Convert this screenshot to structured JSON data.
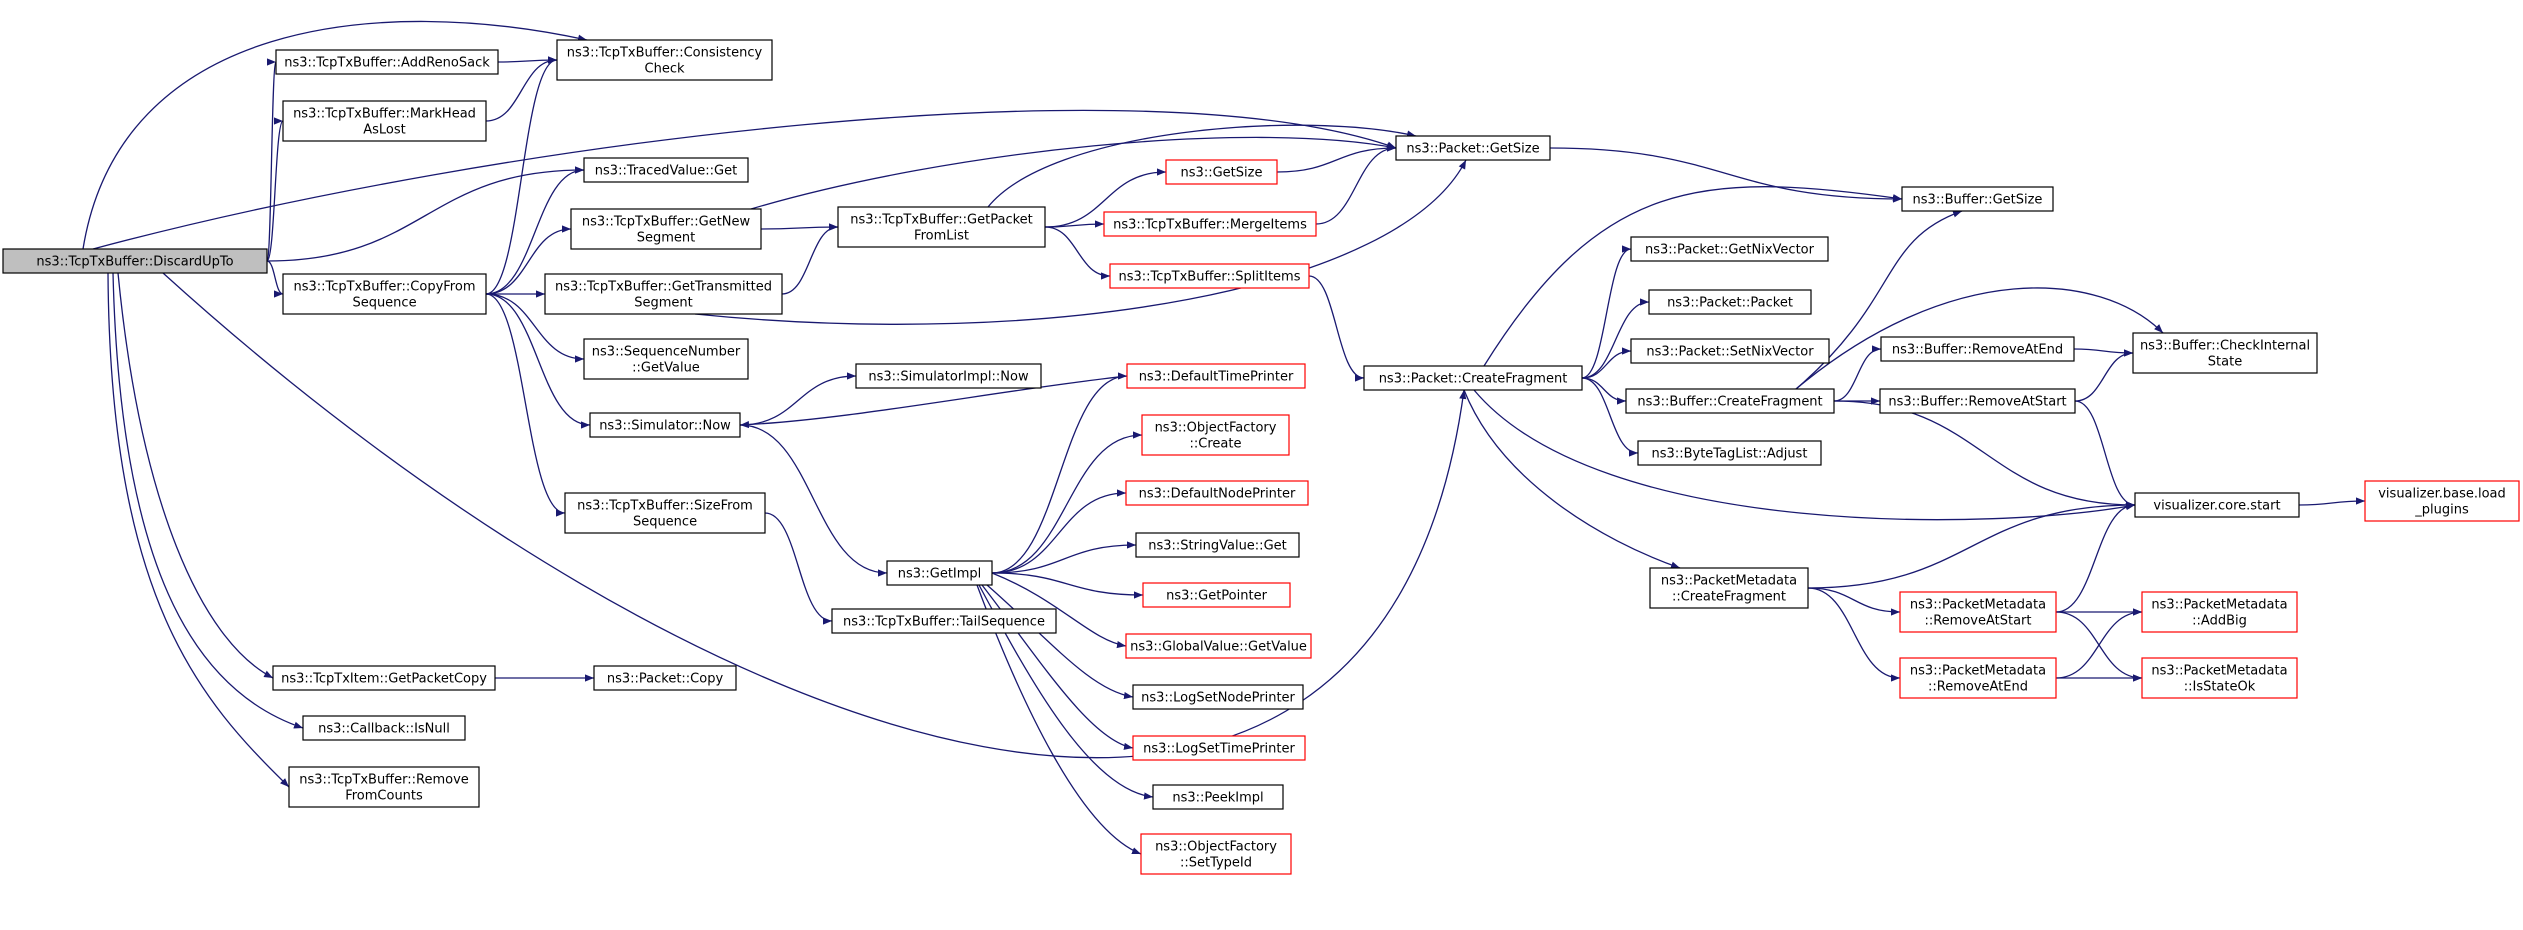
{
  "colors": {
    "edge": "#191970",
    "node_border": "#000000",
    "undocumented_border": "#ff0000",
    "root_fill": "#bfbfbf"
  },
  "nodes": {
    "discardupto": {
      "lines": [
        "ns3::TcpTxBuffer::DiscardUpTo"
      ],
      "style": "root"
    },
    "addrenosack": {
      "lines": [
        "ns3::TcpTxBuffer::AddRenoSack"
      ],
      "style": "normal"
    },
    "consistencycheck": {
      "lines": [
        "ns3::TcpTxBuffer::Consistency",
        "Check"
      ],
      "style": "normal"
    },
    "markheadaslost": {
      "lines": [
        "ns3::TcpTxBuffer::MarkHead",
        "AsLost"
      ],
      "style": "normal"
    },
    "tracedvalueget": {
      "lines": [
        "ns3::TracedValue::Get"
      ],
      "style": "normal"
    },
    "getnewsegment": {
      "lines": [
        "ns3::TcpTxBuffer::GetNew",
        "Segment"
      ],
      "style": "normal"
    },
    "copyfromsequence": {
      "lines": [
        "ns3::TcpTxBuffer::CopyFrom",
        "Sequence"
      ],
      "style": "normal"
    },
    "gettransmittedsegment": {
      "lines": [
        "ns3::TcpTxBuffer::GetTransmitted",
        "Segment"
      ],
      "style": "normal"
    },
    "sequencenumbergetvalue": {
      "lines": [
        "ns3::SequenceNumber",
        "::GetValue"
      ],
      "style": "normal"
    },
    "simulatornow": {
      "lines": [
        "ns3::Simulator::Now"
      ],
      "style": "normal"
    },
    "sizefromsequence": {
      "lines": [
        "ns3::TcpTxBuffer::SizeFrom",
        "Sequence"
      ],
      "style": "normal"
    },
    "getpacketfromlist": {
      "lines": [
        "ns3::TcpTxBuffer::GetPacket",
        "FromList"
      ],
      "style": "normal"
    },
    "simulatorimplnow": {
      "lines": [
        "ns3::SimulatorImpl::Now"
      ],
      "style": "normal"
    },
    "getimpl": {
      "lines": [
        "ns3::GetImpl"
      ],
      "style": "normal"
    },
    "tailsequence": {
      "lines": [
        "ns3::TcpTxBuffer::TailSequence"
      ],
      "style": "normal"
    },
    "txitemgetpacketcopy": {
      "lines": [
        "ns3::TcpTxItem::GetPacketCopy"
      ],
      "style": "normal"
    },
    "packetcopy": {
      "lines": [
        "ns3::Packet::Copy"
      ],
      "style": "normal"
    },
    "callbackisnull": {
      "lines": [
        "ns3::Callback::IsNull"
      ],
      "style": "normal"
    },
    "removefromcounts": {
      "lines": [
        "ns3::TcpTxBuffer::Remove",
        "FromCounts"
      ],
      "style": "normal"
    },
    "getsize": {
      "lines": [
        "ns3::GetSize"
      ],
      "style": "red"
    },
    "mergeitems": {
      "lines": [
        "ns3::TcpTxBuffer::MergeItems"
      ],
      "style": "red"
    },
    "splititems": {
      "lines": [
        "ns3::TcpTxBuffer::SplitItems"
      ],
      "style": "red"
    },
    "defaulttimeprinter": {
      "lines": [
        "ns3::DefaultTimePrinter"
      ],
      "style": "red"
    },
    "objectfactorycreate": {
      "lines": [
        "ns3::ObjectFactory",
        "::Create"
      ],
      "style": "red"
    },
    "defaultnodeprinter": {
      "lines": [
        "ns3::DefaultNodePrinter"
      ],
      "style": "red"
    },
    "stringvalueget": {
      "lines": [
        "ns3::StringValue::Get"
      ],
      "style": "normal"
    },
    "getpointer": {
      "lines": [
        "ns3::GetPointer"
      ],
      "style": "red"
    },
    "globalvaluegetvalue": {
      "lines": [
        "ns3::GlobalValue::GetValue"
      ],
      "style": "red"
    },
    "logsetnodeprinter": {
      "lines": [
        "ns3::LogSetNodePrinter"
      ],
      "style": "normal"
    },
    "logsettimeprinter": {
      "lines": [
        "ns3::LogSetTimePrinter"
      ],
      "style": "red"
    },
    "peekimpl": {
      "lines": [
        "ns3::PeekImpl"
      ],
      "style": "normal"
    },
    "objectfactorysettypeid": {
      "lines": [
        "ns3::ObjectFactory",
        "::SetTypeId"
      ],
      "style": "red"
    },
    "packetgetsize": {
      "lines": [
        "ns3::Packet::GetSize"
      ],
      "style": "normal"
    },
    "packetcreatefragment": {
      "lines": [
        "ns3::Packet::CreateFragment"
      ],
      "style": "normal"
    },
    "packetgetnixvector": {
      "lines": [
        "ns3::Packet::GetNixVector"
      ],
      "style": "normal"
    },
    "packetpacket": {
      "lines": [
        "ns3::Packet::Packet"
      ],
      "style": "normal"
    },
    "packetsetnixvector": {
      "lines": [
        "ns3::Packet::SetNixVector"
      ],
      "style": "normal"
    },
    "buffercreatefragment": {
      "lines": [
        "ns3::Buffer::CreateFragment"
      ],
      "style": "normal"
    },
    "bytetaglistadjust": {
      "lines": [
        "ns3::ByteTagList::Adjust"
      ],
      "style": "normal"
    },
    "packetmetadatacreatefragment": {
      "lines": [
        "ns3::PacketMetadata",
        "::CreateFragment"
      ],
      "style": "normal"
    },
    "buffergetsize": {
      "lines": [
        "ns3::Buffer::GetSize"
      ],
      "style": "normal"
    },
    "bufferremoveatend": {
      "lines": [
        "ns3::Buffer::RemoveAtEnd"
      ],
      "style": "normal"
    },
    "bufferremoveatstart": {
      "lines": [
        "ns3::Buffer::RemoveAtStart"
      ],
      "style": "normal"
    },
    "buffercheckinternalstate": {
      "lines": [
        "ns3::Buffer::CheckInternal",
        "State"
      ],
      "style": "normal"
    },
    "visualizercorestart": {
      "lines": [
        "visualizer.core.start"
      ],
      "style": "normal"
    },
    "visualizerbaseloadplugins": {
      "lines": [
        "visualizer.base.load",
        "_plugins"
      ],
      "style": "red"
    },
    "pmremoveatstart": {
      "lines": [
        "ns3::PacketMetadata",
        "::RemoveAtStart"
      ],
      "style": "red"
    },
    "pmremoveatend": {
      "lines": [
        "ns3::PacketMetadata",
        "::RemoveAtEnd"
      ],
      "style": "red"
    },
    "pmaddbig": {
      "lines": [
        "ns3::PacketMetadata",
        "::AddBig"
      ],
      "style": "red"
    },
    "pmisstateok": {
      "lines": [
        "ns3::PacketMetadata",
        "::IsStateOk"
      ],
      "style": "red"
    }
  },
  "edges": [
    [
      "discardupto",
      "addrenosack"
    ],
    [
      "discardupto",
      "consistencycheck"
    ],
    [
      "discardupto",
      "markheadaslost"
    ],
    [
      "discardupto",
      "tracedvalueget"
    ],
    [
      "discardupto",
      "copyfromsequence"
    ],
    [
      "discardupto",
      "packetgetsize"
    ],
    [
      "discardupto",
      "txitemgetpacketcopy"
    ],
    [
      "discardupto",
      "callbackisnull"
    ],
    [
      "discardupto",
      "removefromcounts"
    ],
    [
      "discardupto",
      "packetcreatefragment"
    ],
    [
      "addrenosack",
      "consistencycheck"
    ],
    [
      "markheadaslost",
      "consistencycheck"
    ],
    [
      "copyfromsequence",
      "consistencycheck"
    ],
    [
      "copyfromsequence",
      "tracedvalueget"
    ],
    [
      "copyfromsequence",
      "getnewsegment"
    ],
    [
      "copyfromsequence",
      "gettransmittedsegment"
    ],
    [
      "copyfromsequence",
      "sequencenumbergetvalue"
    ],
    [
      "copyfromsequence",
      "simulatornow"
    ],
    [
      "copyfromsequence",
      "sizefromsequence"
    ],
    [
      "getnewsegment",
      "getpacketfromlist"
    ],
    [
      "getnewsegment",
      "packetgetsize"
    ],
    [
      "gettransmittedsegment",
      "getpacketfromlist"
    ],
    [
      "gettransmittedsegment",
      "packetgetsize"
    ],
    [
      "getpacketfromlist",
      "packetgetsize"
    ],
    [
      "getpacketfromlist",
      "getsize"
    ],
    [
      "getpacketfromlist",
      "mergeitems"
    ],
    [
      "getpacketfromlist",
      "splititems"
    ],
    [
      "getsize",
      "packetgetsize"
    ],
    [
      "mergeitems",
      "packetgetsize"
    ],
    [
      "splititems",
      "packetcreatefragment"
    ],
    [
      "simulatornow",
      "simulatorimplnow"
    ],
    [
      "simulatornow",
      "getimpl"
    ],
    [
      "defaulttimeprinter",
      "simulatornow"
    ],
    [
      "sizefromsequence",
      "tailsequence"
    ],
    [
      "getimpl",
      "defaulttimeprinter"
    ],
    [
      "getimpl",
      "objectfactorycreate"
    ],
    [
      "getimpl",
      "defaultnodeprinter"
    ],
    [
      "getimpl",
      "stringvalueget"
    ],
    [
      "getimpl",
      "getpointer"
    ],
    [
      "getimpl",
      "globalvaluegetvalue"
    ],
    [
      "getimpl",
      "logsetnodeprinter"
    ],
    [
      "getimpl",
      "logsettimeprinter"
    ],
    [
      "getimpl",
      "peekimpl"
    ],
    [
      "getimpl",
      "objectfactorysettypeid"
    ],
    [
      "txitemgetpacketcopy",
      "packetcopy"
    ],
    [
      "packetgetsize",
      "buffergetsize"
    ],
    [
      "packetcreatefragment",
      "buffergetsize"
    ],
    [
      "packetcreatefragment",
      "packetgetnixvector"
    ],
    [
      "packetcreatefragment",
      "packetpacket"
    ],
    [
      "packetcreatefragment",
      "packetsetnixvector"
    ],
    [
      "packetcreatefragment",
      "buffercreatefragment"
    ],
    [
      "packetcreatefragment",
      "bytetaglistadjust"
    ],
    [
      "packetcreatefragment",
      "packetmetadatacreatefragment"
    ],
    [
      "packetcreatefragment",
      "visualizercorestart"
    ],
    [
      "buffercreatefragment",
      "buffergetsize"
    ],
    [
      "buffercreatefragment",
      "bufferremoveatend"
    ],
    [
      "buffercreatefragment",
      "bufferremoveatstart"
    ],
    [
      "buffercreatefragment",
      "buffercheckinternalstate"
    ],
    [
      "buffercreatefragment",
      "visualizercorestart"
    ],
    [
      "bufferremoveatend",
      "buffercheckinternalstate"
    ],
    [
      "bufferremoveatstart",
      "buffercheckinternalstate"
    ],
    [
      "bufferremoveatstart",
      "visualizercorestart"
    ],
    [
      "visualizercorestart",
      "visualizerbaseloadplugins"
    ],
    [
      "packetmetadatacreatefragment",
      "visualizercorestart"
    ],
    [
      "packetmetadatacreatefragment",
      "pmremoveatstart"
    ],
    [
      "packetmetadatacreatefragment",
      "pmremoveatend"
    ],
    [
      "pmremoveatstart",
      "visualizercorestart"
    ],
    [
      "pmremoveatstart",
      "pmaddbig"
    ],
    [
      "pmremoveatstart",
      "pmisstateok"
    ],
    [
      "pmremoveatend",
      "pmaddbig"
    ],
    [
      "pmremoveatend",
      "pmisstateok"
    ]
  ]
}
